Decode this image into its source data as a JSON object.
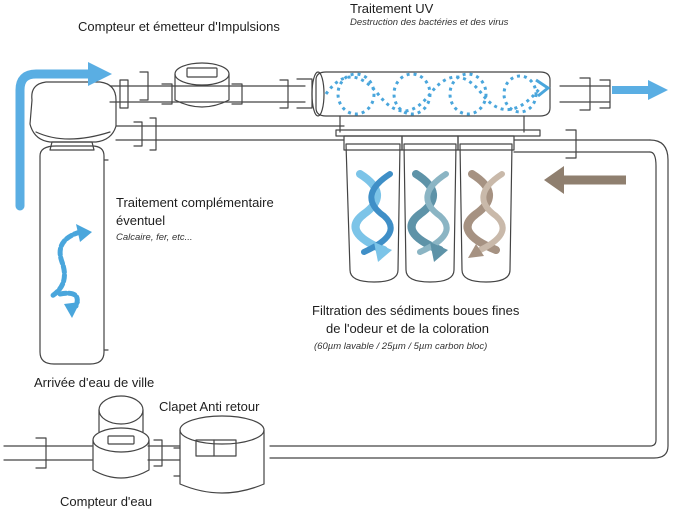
{
  "labels": {
    "meter_emitter": "Compteur et émetteur d'Impulsions",
    "uv_title": "Traitement UV",
    "uv_sub": "Destruction des bactéries et des virus",
    "complement_title_1": "Traitement complémentaire",
    "complement_title_2": "éventuel",
    "complement_sub": "Calcaire, fer, etc...",
    "filtration_1": "Filtration des sédiments boues fines",
    "filtration_2": "de l'odeur et de la coloration",
    "filtration_sub": "(60µm lavable / 25µm / 5µm carbon bloc)",
    "arrival": "Arrivée d'eau de ville",
    "check_valve": "Clapet Anti retour",
    "water_meter": "Compteur d'eau"
  },
  "colors": {
    "flow_blue": "#5aaee3",
    "filter_light_blue": "#7cc4e8",
    "filter_steel": "#5e93a8",
    "filter_brown": "#a69282",
    "return_arrow": "#8f7f6f",
    "sketch_line": "#444444"
  }
}
